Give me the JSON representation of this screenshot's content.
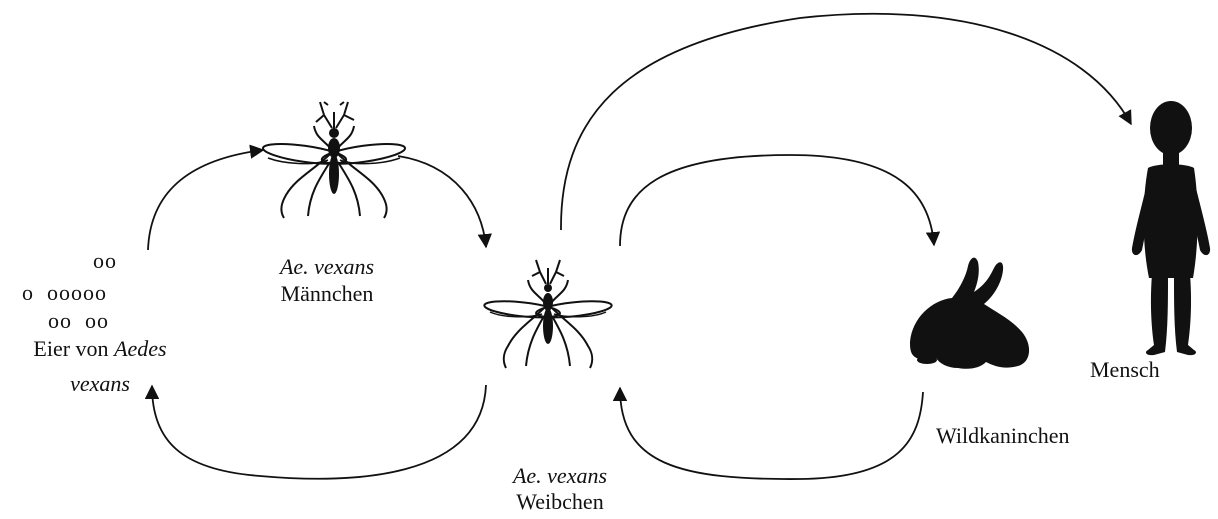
{
  "diagram": {
    "eggs": {
      "row1": "oo",
      "row2": "o  ooooo",
      "row3": "oo  oo",
      "label_line1_prefix": "Eier von ",
      "label_line1_italic": "Aedes",
      "label_line2_italic": "vexans"
    },
    "male": {
      "label_line1": "Ae. vexans",
      "label_line2": "Männchen"
    },
    "female": {
      "label_line1": "Ae. vexans",
      "label_line2": "Weibchen"
    },
    "hosts": {
      "rabbit_label": "Wildkaninchen",
      "human_label": "Mensch"
    },
    "colors": {
      "ink": "#111111",
      "background": "#ffffff"
    },
    "icons": [
      "mosquito-male-icon",
      "mosquito-female-icon",
      "rabbit-icon",
      "human-silhouette-icon"
    ]
  }
}
